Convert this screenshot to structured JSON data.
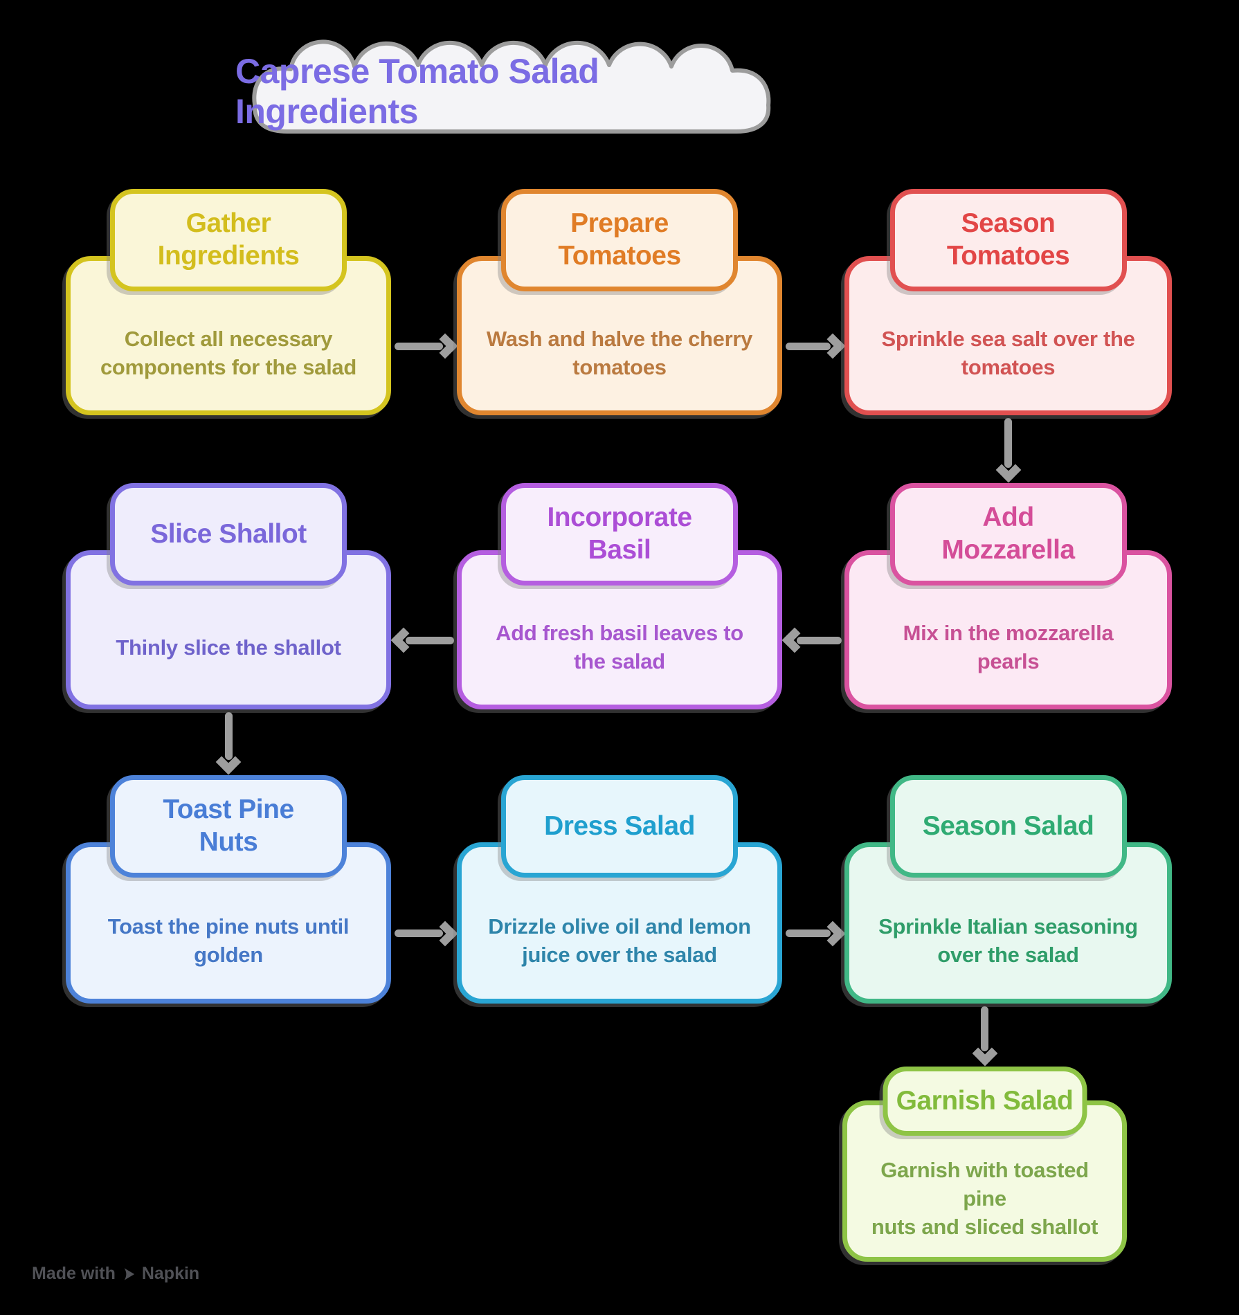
{
  "title": {
    "text": "Caprese Tomato Salad Ingredients",
    "text_color": "#7b6ce4",
    "cloud_fill": "#f4f4f7",
    "cloud_border": "#9c9c9c"
  },
  "arrow": {
    "color": "#9e9e9e"
  },
  "watermark": {
    "prefix": "Made with",
    "brand": "Napkin",
    "color": "#505156"
  },
  "nodes": [
    {
      "id": "gather-ingredients",
      "title": "Gather\nIngredients",
      "description": "Collect all necessary\ncomponents for the salad",
      "colors": {
        "border": "#d4c41f",
        "fill": "#faf6d8",
        "title": "#d3bd1d",
        "text": "#a09a3c"
      }
    },
    {
      "id": "prepare-tomatoes",
      "title": "Prepare\nTomatoes",
      "description": "Wash and halve the cherry\ntomatoes",
      "colors": {
        "border": "#e0862f",
        "fill": "#fdf1e2",
        "title": "#e07c25",
        "text": "#ba7a40"
      }
    },
    {
      "id": "season-tomatoes",
      "title": "Season\nTomatoes",
      "description": "Sprinkle sea salt over the\ntomatoes",
      "colors": {
        "border": "#e15050",
        "fill": "#fdecec",
        "title": "#e24646",
        "text": "#d15353"
      }
    },
    {
      "id": "slice-shallot",
      "title": "Slice Shallot",
      "description": "Thinly slice the shallot",
      "colors": {
        "border": "#8172e2",
        "fill": "#efedfc",
        "title": "#7a67da",
        "text": "#6f63cb"
      }
    },
    {
      "id": "incorporate-basil",
      "title": "Incorporate\nBasil",
      "description": "Add fresh basil leaves to\nthe salad",
      "colors": {
        "border": "#b55ee0",
        "fill": "#f8eefc",
        "title": "#ac4ed6",
        "text": "#a757cf"
      }
    },
    {
      "id": "add-mozzarella",
      "title": "Add\nMozzarella",
      "description": "Mix in the mozzarella\npearls",
      "colors": {
        "border": "#da53a0",
        "fill": "#fce9f4",
        "title": "#d44d98",
        "text": "#c75094"
      }
    },
    {
      "id": "toast-pine-nuts",
      "title": "Toast Pine\nNuts",
      "description": "Toast the pine nuts until\ngolden",
      "colors": {
        "border": "#4d82d9",
        "fill": "#ecf3fd",
        "title": "#497dd6",
        "text": "#4577c6"
      }
    },
    {
      "id": "dress-salad",
      "title": "Dress Salad",
      "description": "Drizzle olive oil and lemon\njuice over the salad",
      "colors": {
        "border": "#29a5d3",
        "fill": "#e7f6fc",
        "title": "#1f9fce",
        "text": "#2e85aa"
      }
    },
    {
      "id": "season-salad",
      "title": "Season Salad",
      "description": "Sprinkle Italian seasoning\nover the salad",
      "colors": {
        "border": "#41b886",
        "fill": "#e8f8f0",
        "title": "#2fab73",
        "text": "#2f9d69"
      }
    },
    {
      "id": "garnish-salad",
      "title": "Garnish Salad",
      "description": "Garnish with toasted pine\nnuts and sliced shallot",
      "colors": {
        "border": "#8ec446",
        "fill": "#f4fae2",
        "title": "#82bb3c",
        "text": "#7da64c"
      }
    }
  ],
  "edges": [
    {
      "from": "gather-ingredients",
      "to": "prepare-tomatoes",
      "direction": "right"
    },
    {
      "from": "prepare-tomatoes",
      "to": "season-tomatoes",
      "direction": "right"
    },
    {
      "from": "season-tomatoes",
      "to": "add-mozzarella",
      "direction": "down"
    },
    {
      "from": "add-mozzarella",
      "to": "incorporate-basil",
      "direction": "left"
    },
    {
      "from": "incorporate-basil",
      "to": "slice-shallot",
      "direction": "left"
    },
    {
      "from": "slice-shallot",
      "to": "toast-pine-nuts",
      "direction": "down"
    },
    {
      "from": "toast-pine-nuts",
      "to": "dress-salad",
      "direction": "right"
    },
    {
      "from": "dress-salad",
      "to": "season-salad",
      "direction": "right"
    },
    {
      "from": "season-salad",
      "to": "garnish-salad",
      "direction": "down"
    }
  ]
}
